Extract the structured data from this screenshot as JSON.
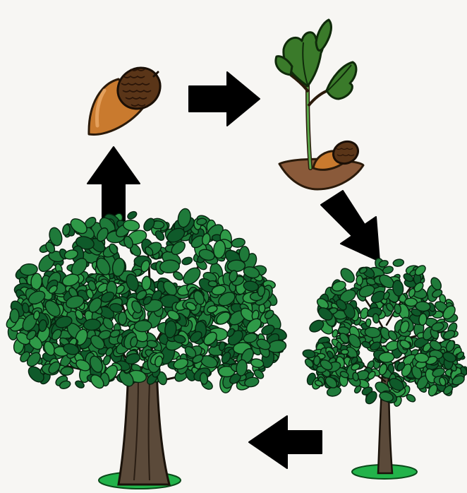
{
  "diagram": {
    "kind": "life-cycle",
    "stages": [
      {
        "name": "acorn",
        "icon": "acorn-icon"
      },
      {
        "name": "seedling",
        "icon": "seedling-icon"
      },
      {
        "name": "young-tree",
        "icon": "young-tree-icon"
      },
      {
        "name": "mature-tree",
        "icon": "mature-tree-icon"
      }
    ],
    "arrows": [
      {
        "from": "acorn",
        "to": "seedling",
        "direction": "right"
      },
      {
        "from": "seedling",
        "to": "young-tree",
        "direction": "down-right"
      },
      {
        "from": "young-tree",
        "to": "mature-tree",
        "direction": "left"
      },
      {
        "from": "mature-tree",
        "to": "acorn",
        "direction": "up"
      }
    ]
  },
  "colors": {
    "background": "#f7f6f3",
    "arrow": "#000000",
    "leaf_dark": "#0f5a2a",
    "leaf_mid": "#1f7a3a",
    "leaf_light": "#2f9a48",
    "trunk": "#5b4a3a",
    "acorn_nut": "#c97a2e",
    "acorn_cap": "#5a3518",
    "soil": "#8a5a3a",
    "grass": "#22b34a"
  }
}
